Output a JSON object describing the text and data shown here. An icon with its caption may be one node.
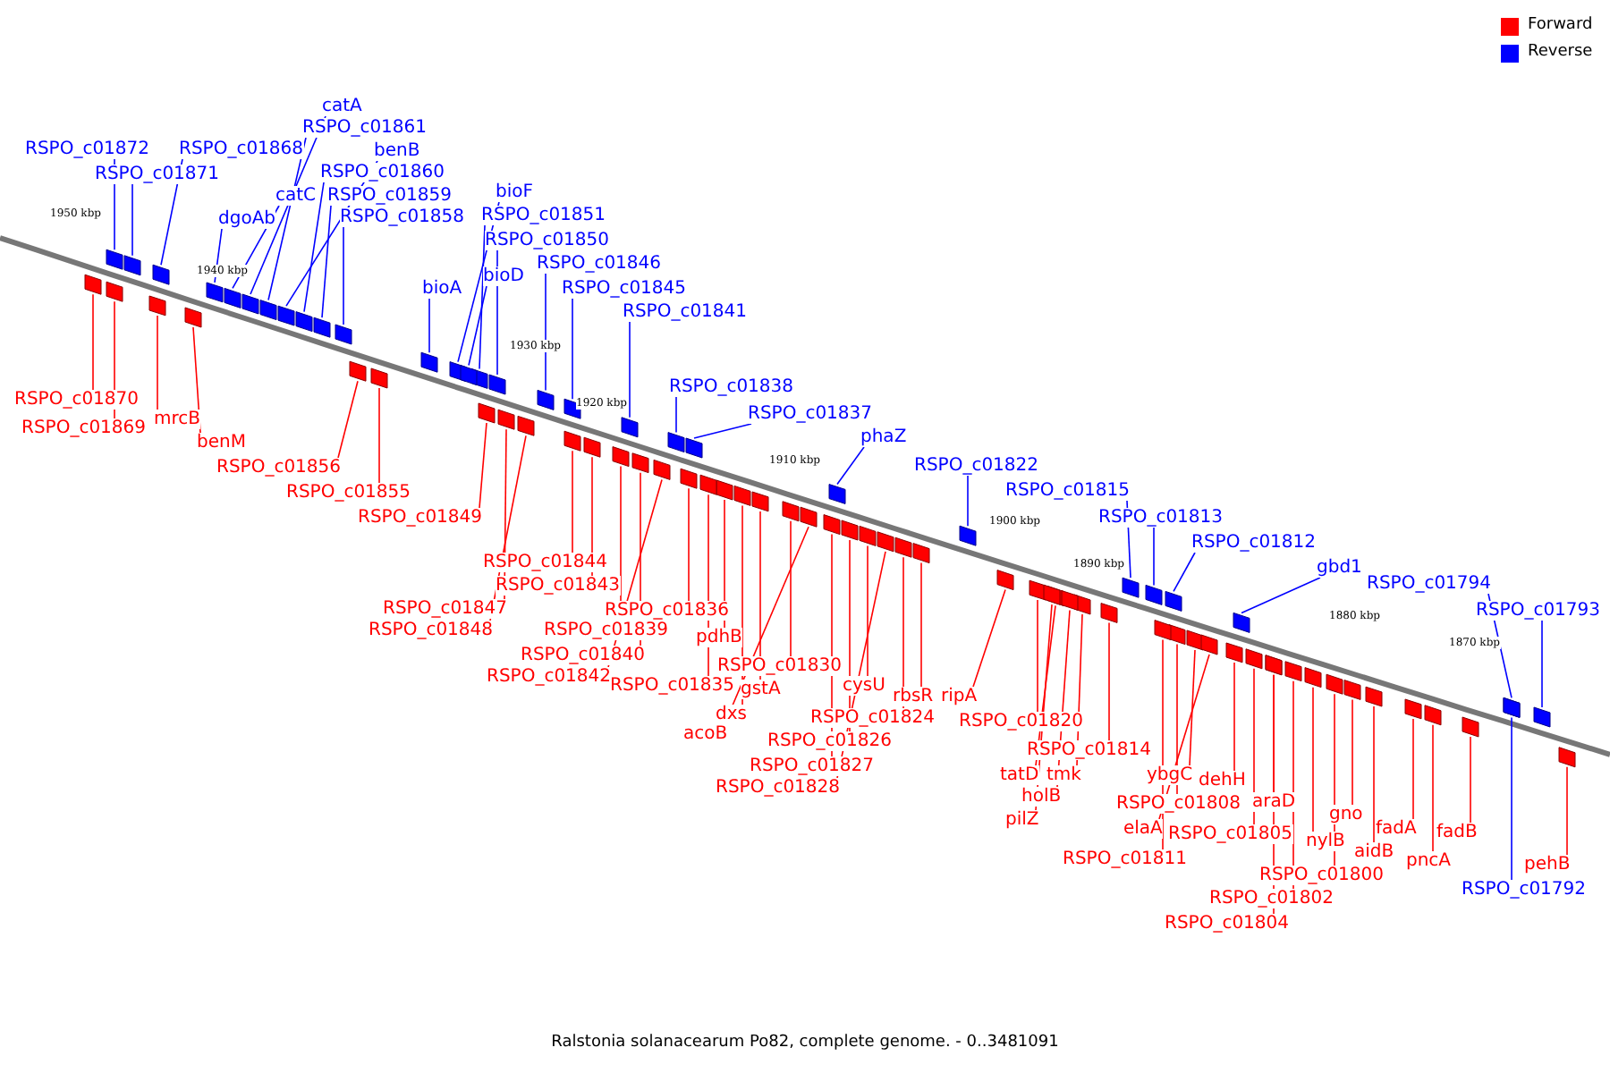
{
  "diagram": {
    "caption": "Ralstonia solanacearum Po82, complete genome. - 0..3481091",
    "nodes": [
      {
        "text": [
          "catA"
        ]
      },
      {
        "text": [
          "RSPO_c01861"
        ]
      },
      {
        "text": [
          "benB"
        ]
      },
      {
        "text": [
          "RSPO_c01872"
        ]
      },
      {
        "text": [
          "RSPO_c01868"
        ]
      },
      {
        "text": [
          "RSPO_c01860"
        ]
      },
      {
        "text": [
          "RSPO_c01871"
        ]
      },
      {
        "text": [
          "bioF"
        ]
      },
      {
        "text": [
          "catC"
        ]
      },
      {
        "text": [
          "RSPO_c01859"
        ]
      },
      {
        "text": [
          "RSPO_c01851"
        ]
      },
      {
        "text": [
          "dgoAb"
        ]
      },
      {
        "text": [
          "RSPO_c01858"
        ]
      },
      {
        "text": [
          "RSPO_c01850"
        ]
      },
      {
        "text": [
          "RSPO_c01846"
        ]
      },
      {
        "text": [
          "bioD"
        ]
      },
      {
        "text": [
          "RSPO_c01845"
        ]
      },
      {
        "text": [
          "bioA"
        ]
      },
      {
        "text": [
          "RSPO_c01841"
        ]
      },
      {
        "text": [
          "RSPO_c01838"
        ]
      },
      {
        "text": [
          "RSPO_c01870"
        ]
      },
      {
        "text": [
          "RSPO_c01837"
        ]
      },
      {
        "text": [
          "mrcB"
        ]
      },
      {
        "text": [
          "RSPO_c01869"
        ]
      },
      {
        "text": [
          "phaZ"
        ]
      },
      {
        "text": [
          "benM"
        ]
      },
      {
        "text": [
          "RSPO_c01822"
        ]
      },
      {
        "text": [
          "RSPO_c01856"
        ]
      },
      {
        "text": [
          "RSPO_c01815"
        ]
      },
      {
        "text": [
          "RSPO_c01855"
        ]
      },
      {
        "text": [
          "RSPO_c01813"
        ]
      },
      {
        "text": [
          "RSPO_c01849"
        ]
      },
      {
        "text": [
          "RSPO_c01812"
        ]
      },
      {
        "text": [
          "RSPO_c01844"
        ]
      },
      {
        "text": [
          "gbd1"
        ]
      },
      {
        "text": [
          "RSPO_c01794"
        ]
      },
      {
        "text": [
          "RSPO_c01843"
        ]
      },
      {
        "text": [
          "RSPO_c01847"
        ]
      },
      {
        "text": [
          "RSPO_c01836"
        ]
      },
      {
        "text": [
          "RSPO_c01793"
        ]
      },
      {
        "text": [
          "RSPO_c01848"
        ]
      },
      {
        "text": [
          "RSPO_c01839"
        ]
      },
      {
        "text": [
          "pdhB"
        ]
      },
      {
        "text": [
          "RSPO_c01840"
        ]
      },
      {
        "text": [
          "RSPO_c01830"
        ]
      },
      {
        "text": [
          "RSPO_c01842"
        ]
      },
      {
        "text": [
          "RSPO_c01835"
        ]
      },
      {
        "text": [
          "cysU"
        ]
      },
      {
        "text": [
          "gstA"
        ]
      },
      {
        "text": [
          "rbsR"
        ]
      },
      {
        "text": [
          "ripA"
        ]
      },
      {
        "text": [
          "dxs"
        ]
      },
      {
        "text": [
          "RSPO_c01824"
        ]
      },
      {
        "text": [
          "RSPO_c01820"
        ]
      },
      {
        "text": [
          "acoB"
        ]
      },
      {
        "text": [
          "RSPO_c01826"
        ]
      },
      {
        "text": [
          "RSPO_c01814"
        ]
      },
      {
        "text": [
          "RSPO_c01827"
        ]
      },
      {
        "text": [
          "tatD"
        ]
      },
      {
        "text": [
          "tmk"
        ]
      },
      {
        "text": [
          "ybgC"
        ]
      },
      {
        "text": [
          "dehH"
        ]
      },
      {
        "text": [
          "RSPO_c01828"
        ]
      },
      {
        "text": [
          "holB"
        ]
      },
      {
        "text": [
          "araD"
        ]
      },
      {
        "text": [
          "RSPO_c01808"
        ]
      },
      {
        "text": [
          "gno"
        ]
      },
      {
        "text": [
          "pilZ"
        ]
      },
      {
        "text": [
          "elaA"
        ]
      },
      {
        "text": [
          "fadA"
        ]
      },
      {
        "text": [
          "RSPO_c01805"
        ]
      },
      {
        "text": [
          "nylB"
        ]
      },
      {
        "text": [
          "fadB"
        ]
      },
      {
        "text": [
          "aidB"
        ]
      },
      {
        "text": [
          "pncA"
        ]
      },
      {
        "text": [
          "RSPO_c01811"
        ]
      },
      {
        "text": [
          "pehB"
        ]
      },
      {
        "text": [
          "RSPO_c01800"
        ]
      },
      {
        "text": [
          "RSPO_c01792"
        ]
      },
      {
        "text": [
          "RSPO_c01802"
        ]
      },
      {
        "text": [
          "RSPO_c01804"
        ]
      },
      {
        "text": [],
        "shape": "box"
      },
      {
        "text": [],
        "shape": "box"
      },
      {
        "text": [],
        "shape": "box"
      },
      {
        "text": [],
        "shape": "box"
      },
      {
        "text": [],
        "shape": "box"
      },
      {
        "text": [],
        "shape": "box"
      },
      {
        "text": [],
        "shape": "box"
      },
      {
        "text": [],
        "shape": "box"
      },
      {
        "text": [],
        "shape": "box"
      },
      {
        "text": [],
        "shape": "box"
      },
      {
        "text": [],
        "shape": "box"
      },
      {
        "text": [],
        "shape": "box"
      },
      {
        "text": [],
        "shape": "box"
      },
      {
        "text": [],
        "shape": "box"
      },
      {
        "text": [],
        "shape": "box"
      },
      {
        "text": [],
        "shape": "box"
      },
      {
        "text": [],
        "shape": "box"
      },
      {
        "text": [],
        "shape": "box"
      },
      {
        "text": [],
        "shape": "box"
      },
      {
        "text": [],
        "shape": "box"
      },
      {
        "text": [],
        "shape": "box"
      },
      {
        "text": [],
        "shape": "box"
      },
      {
        "text": [],
        "shape": "box"
      },
      {
        "text": [],
        "shape": "box"
      },
      {
        "text": [],
        "shape": "box"
      },
      {
        "text": [],
        "shape": "box"
      },
      {
        "text": [],
        "shape": "box"
      },
      {
        "text": [],
        "shape": "box"
      },
      {
        "text": [],
        "shape": "box"
      },
      {
        "text": [],
        "shape": "box"
      },
      {
        "text": [],
        "shape": "box"
      },
      {
        "text": [],
        "shape": "box"
      },
      {
        "text": [],
        "shape": "box"
      },
      {
        "text": [],
        "shape": "box"
      },
      {
        "text": [],
        "shape": "box"
      },
      {
        "text": [],
        "shape": "box"
      },
      {
        "text": [],
        "shape": "box"
      },
      {
        "text": [],
        "shape": "box"
      },
      {
        "text": [],
        "shape": "box"
      },
      {
        "text": [],
        "shape": "box"
      },
      {
        "text": [],
        "shape": "box"
      },
      {
        "text": [],
        "shape": "box"
      },
      {
        "text": [],
        "shape": "box"
      },
      {
        "text": [],
        "shape": "box"
      },
      {
        "text": [],
        "shape": "box"
      },
      {
        "text": [],
        "shape": "box"
      },
      {
        "text": [],
        "shape": "box"
      },
      {
        "text": [],
        "shape": "box"
      },
      {
        "text": [],
        "shape": "box"
      },
      {
        "text": [],
        "shape": "box"
      },
      {
        "text": [],
        "shape": "box"
      },
      {
        "text": [],
        "shape": "box"
      },
      {
        "text": [],
        "shape": "box"
      },
      {
        "text": [],
        "shape": "box"
      },
      {
        "text": [],
        "shape": "box"
      },
      {
        "text": [],
        "shape": "box"
      },
      {
        "text": [],
        "shape": "box"
      },
      {
        "text": [],
        "shape": "box"
      },
      {
        "text": [],
        "shape": "box"
      },
      {
        "text": [],
        "shape": "box"
      },
      {
        "text": [],
        "shape": "box"
      },
      {
        "text": [],
        "shape": "box"
      },
      {
        "text": [],
        "shape": "box"
      },
      {
        "text": [],
        "shape": "box"
      },
      {
        "text": [],
        "shape": "box"
      },
      {
        "text": [],
        "shape": "box"
      },
      {
        "text": [],
        "shape": "box"
      },
      {
        "text": [],
        "shape": "box"
      },
      {
        "text": [],
        "shape": "box"
      },
      {
        "text": [],
        "shape": "box"
      },
      {
        "text": [],
        "shape": "box"
      },
      {
        "text": [],
        "shape": "box"
      },
      {
        "text": [],
        "shape": "box"
      },
      {
        "text": [],
        "shape": "box"
      },
      {
        "text": [],
        "shape": "box"
      },
      {
        "text": [],
        "shape": "box"
      },
      {
        "text": [],
        "shape": "box"
      },
      {
        "text": [],
        "shape": "box"
      },
      {
        "text": [],
        "shape": "box"
      },
      {
        "text": [],
        "shape": "box"
      },
      {
        "text": [],
        "shape": "box"
      }
    ],
    "edges": [
      {
        "from": 0,
        "to": 81,
        "arrow": "none",
        "color": "#0000ff"
      },
      {
        "from": 1,
        "to": 82,
        "arrow": "none",
        "color": "#0000ff"
      },
      {
        "from": 2,
        "to": 83,
        "arrow": "none",
        "color": "#0000ff"
      },
      {
        "from": 3,
        "to": 84,
        "arrow": "none",
        "color": "#0000ff"
      },
      {
        "from": 4,
        "to": 85,
        "arrow": "none",
        "color": "#0000ff"
      },
      {
        "from": 5,
        "to": 86,
        "arrow": "none",
        "color": "#0000ff"
      },
      {
        "from": 6,
        "to": 87,
        "arrow": "none",
        "color": "#0000ff"
      },
      {
        "from": 7,
        "to": 88,
        "arrow": "none",
        "color": "#0000ff"
      },
      {
        "from": 8,
        "to": 89,
        "arrow": "none",
        "color": "#0000ff"
      },
      {
        "from": 9,
        "to": 90,
        "arrow": "none",
        "color": "#0000ff"
      },
      {
        "from": 10,
        "to": 91,
        "arrow": "none",
        "color": "#0000ff"
      },
      {
        "from": 11,
        "to": 92,
        "arrow": "none",
        "color": "#0000ff"
      },
      {
        "from": 12,
        "to": 93,
        "arrow": "none",
        "color": "#0000ff"
      },
      {
        "from": 13,
        "to": 94,
        "arrow": "none",
        "color": "#0000ff"
      },
      {
        "from": 14,
        "to": 95,
        "arrow": "none",
        "color": "#0000ff"
      },
      {
        "from": 15,
        "to": 96,
        "arrow": "none",
        "color": "#0000ff"
      },
      {
        "from": 16,
        "to": 97,
        "arrow": "none",
        "color": "#0000ff"
      },
      {
        "from": 17,
        "to": 98,
        "arrow": "none",
        "color": "#0000ff"
      },
      {
        "from": 18,
        "to": 99,
        "arrow": "none",
        "color": "#0000ff"
      },
      {
        "from": 19,
        "to": 100,
        "arrow": "none",
        "color": "#0000ff"
      },
      {
        "from": 20,
        "to": 101,
        "arrow": "none"
      },
      {
        "from": 21,
        "to": 102,
        "arrow": "none",
        "color": "#0000ff"
      },
      {
        "from": 22,
        "to": 103,
        "arrow": "none"
      },
      {
        "from": 23,
        "to": 104,
        "arrow": "none"
      },
      {
        "from": 24,
        "to": 105,
        "arrow": "none",
        "color": "#0000ff"
      },
      {
        "from": 25,
        "to": 106,
        "arrow": "none"
      },
      {
        "from": 26,
        "to": 107,
        "arrow": "none",
        "color": "#0000ff"
      },
      {
        "from": 27,
        "to": 108,
        "arrow": "none"
      },
      {
        "from": 28,
        "to": 109,
        "arrow": "none",
        "color": "#0000ff"
      },
      {
        "from": 29,
        "to": 110,
        "arrow": "none"
      },
      {
        "from": 30,
        "to": 111,
        "arrow": "none",
        "color": "#0000ff"
      },
      {
        "from": 31,
        "to": 112,
        "arrow": "none"
      },
      {
        "from": 32,
        "to": 113,
        "arrow": "none",
        "color": "#0000ff"
      },
      {
        "from": 33,
        "to": 114,
        "arrow": "none"
      },
      {
        "from": 34,
        "to": 115,
        "arrow": "none",
        "color": "#0000ff"
      },
      {
        "from": 35,
        "to": 116,
        "arrow": "none",
        "color": "#0000ff"
      },
      {
        "from": 36,
        "to": 117,
        "arrow": "none"
      },
      {
        "from": 37,
        "to": 118,
        "arrow": "none"
      },
      {
        "from": 38,
        "to": 119,
        "arrow": "none"
      },
      {
        "from": 39,
        "to": 120,
        "arrow": "none",
        "color": "#0000ff"
      },
      {
        "from": 40,
        "to": 121,
        "arrow": "none"
      },
      {
        "from": 41,
        "to": 122,
        "arrow": "none"
      },
      {
        "from": 42,
        "to": 123,
        "arrow": "none"
      },
      {
        "from": 43,
        "to": 124,
        "arrow": "none"
      },
      {
        "from": 44,
        "to": 125,
        "arrow": "none"
      },
      {
        "from": 45,
        "to": 126,
        "arrow": "none"
      },
      {
        "from": 46,
        "to": 127,
        "arrow": "none"
      },
      {
        "from": 47,
        "to": 128,
        "arrow": "none"
      },
      {
        "from": 48,
        "to": 129,
        "arrow": "none"
      },
      {
        "from": 49,
        "to": 130,
        "arrow": "none"
      },
      {
        "from": 50,
        "to": 131,
        "arrow": "none"
      },
      {
        "from": 51,
        "to": 132,
        "arrow": "none"
      },
      {
        "from": 52,
        "to": 133,
        "arrow": "none"
      },
      {
        "from": 53,
        "to": 134,
        "arrow": "none"
      },
      {
        "from": 54,
        "to": 135,
        "arrow": "none"
      },
      {
        "from": 55,
        "to": 136,
        "arrow": "none"
      },
      {
        "from": 56,
        "to": 137,
        "arrow": "none"
      },
      {
        "from": 57,
        "to": 138,
        "arrow": "none"
      },
      {
        "from": 58,
        "to": 139,
        "arrow": "none"
      },
      {
        "from": 59,
        "to": 140,
        "arrow": "none"
      },
      {
        "from": 60,
        "to": 141,
        "arrow": "none"
      },
      {
        "from": 61,
        "to": 142,
        "arrow": "none"
      },
      {
        "from": 62,
        "to": 143,
        "arrow": "none"
      },
      {
        "from": 63,
        "to": 144,
        "arrow": "none"
      },
      {
        "from": 64,
        "to": 145,
        "arrow": "none"
      },
      {
        "from": 65,
        "to": 146,
        "arrow": "none"
      },
      {
        "from": 66,
        "to": 147,
        "arrow": "none"
      },
      {
        "from": 67,
        "to": 148,
        "arrow": "none"
      },
      {
        "from": 68,
        "to": 149,
        "arrow": "none"
      },
      {
        "from": 69,
        "to": 150,
        "arrow": "none"
      },
      {
        "from": 70,
        "to": 151,
        "arrow": "none"
      },
      {
        "from": 71,
        "to": 152,
        "arrow": "none"
      },
      {
        "from": 72,
        "to": 153,
        "arrow": "none"
      },
      {
        "from": 73,
        "to": 154,
        "arrow": "none"
      },
      {
        "from": 74,
        "to": 155,
        "arrow": "none"
      },
      {
        "from": 75,
        "to": 156,
        "arrow": "none"
      },
      {
        "from": 76,
        "to": 157,
        "arrow": "none"
      },
      {
        "from": 77,
        "to": 158,
        "arrow": "none"
      },
      {
        "from": 78,
        "to": 159,
        "arrow": "none",
        "color": "#0000ff"
      },
      {
        "from": 79,
        "to": 160,
        "arrow": "none"
      },
      {
        "from": 80,
        "to": 161,
        "arrow": "none"
      }
    ],
    "labels": [
      "1950 kbp",
      "1940 kbp",
      "1930 kbp",
      "1920 kbp",
      "1910 kbp",
      "1900 kbp",
      "1890 kbp",
      "1880 kbp",
      "1870 kbp"
    ],
    "legend": [
      {
        "text": "Forward",
        "color": "#ff0000"
      },
      {
        "text": "Reverse",
        "color": "#0000ff"
      }
    ]
  }
}
